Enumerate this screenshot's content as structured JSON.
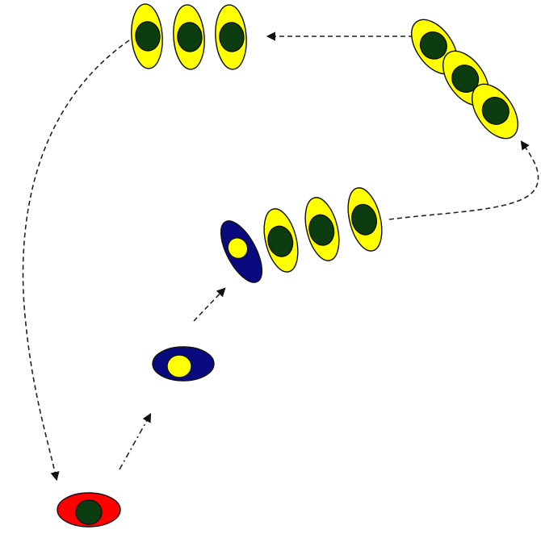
{
  "colors": {
    "yellow": "#ffff00",
    "dark_green": "#0b3d10",
    "navy": "#0a0a80",
    "red": "#ff0000",
    "arrow": "#222222"
  },
  "stages": [
    {
      "id": "red-cell",
      "fill": "red",
      "nucleus": "dark_green",
      "count": 1
    },
    {
      "id": "navy-cell-horizontal",
      "fill": "navy",
      "nucleus": "yellow",
      "count": 1
    },
    {
      "id": "navy-cell-tilted",
      "fill": "navy",
      "nucleus": "yellow",
      "count": 1
    },
    {
      "id": "yellow-cells-middle-row",
      "fill": "yellow",
      "nucleus": "dark_green",
      "count": 3
    },
    {
      "id": "yellow-cells-right-diagonal",
      "fill": "yellow",
      "nucleus": "dark_green",
      "count": 3
    },
    {
      "id": "yellow-cells-top-row",
      "fill": "yellow",
      "nucleus": "dark_green",
      "count": 3
    }
  ]
}
